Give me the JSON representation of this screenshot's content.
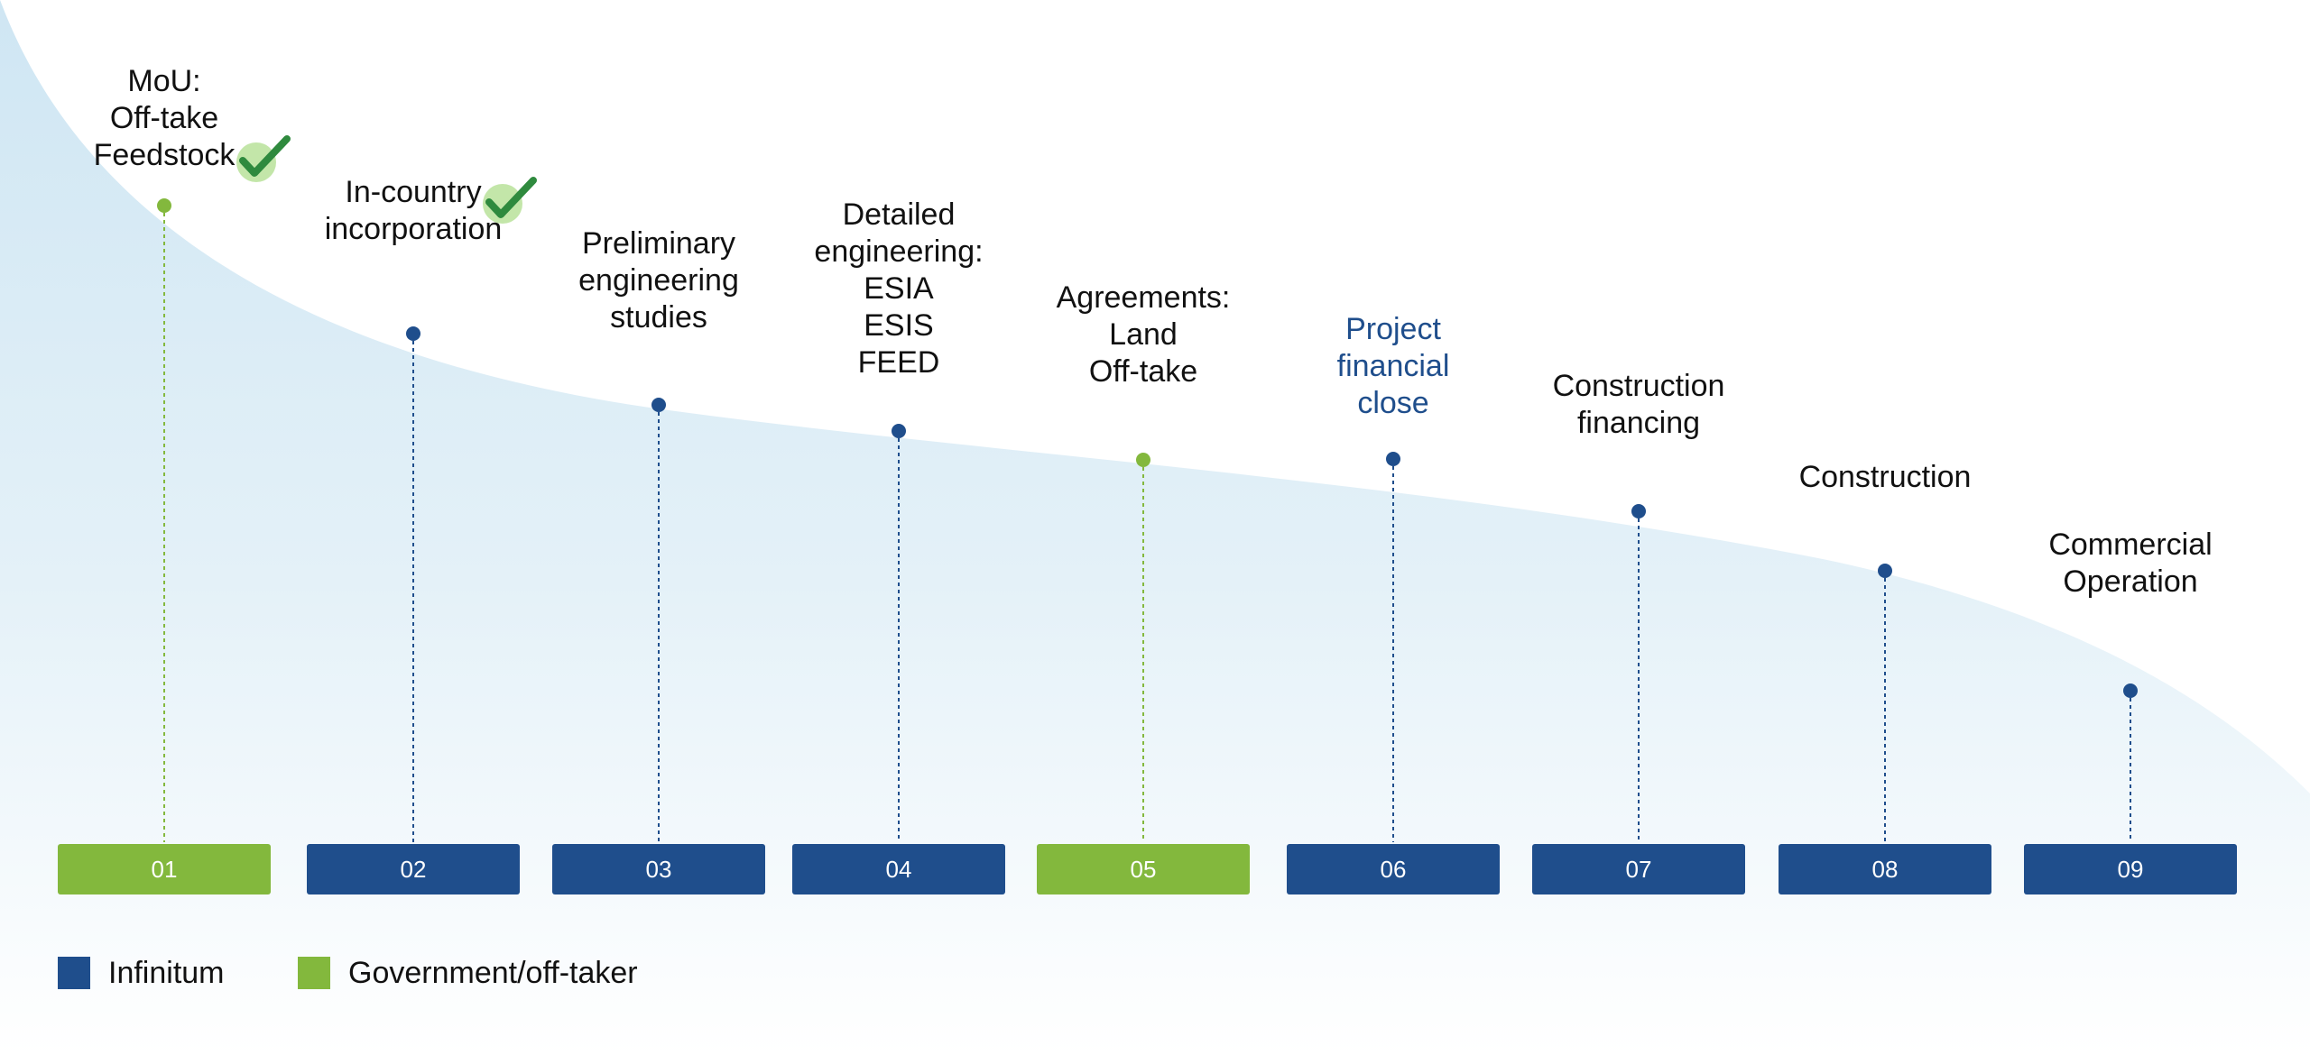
{
  "palette": {
    "infinitum": "#1f4e8c",
    "government": "#83b83d",
    "highlight_text": "#1f4e8c",
    "curve_fill_top": "#cfe6f3",
    "curve_fill_bottom": "#ffffff"
  },
  "steps": [
    {
      "number": "01",
      "owner": "government",
      "lines": [
        "MoU:",
        "Off-take",
        "Feedstock"
      ],
      "checked": true
    },
    {
      "number": "02",
      "owner": "infinitum",
      "lines": [
        "In-country",
        "incorporation"
      ],
      "checked": true
    },
    {
      "number": "03",
      "owner": "infinitum",
      "lines": [
        "Preliminary",
        "engineering",
        "studies"
      ],
      "checked": false
    },
    {
      "number": "04",
      "owner": "infinitum",
      "lines": [
        "Detailed",
        "engineering:",
        "ESIA",
        "ESIS",
        "FEED"
      ],
      "checked": false
    },
    {
      "number": "05",
      "owner": "government",
      "lines": [
        "Agreements:",
        "Land",
        "Off-take"
      ],
      "checked": false
    },
    {
      "number": "06",
      "owner": "infinitum",
      "lines": [
        "Project",
        "financial",
        "close"
      ],
      "checked": false,
      "highlight": true
    },
    {
      "number": "07",
      "owner": "infinitum",
      "lines": [
        "Construction",
        "financing"
      ],
      "checked": false
    },
    {
      "number": "08",
      "owner": "infinitum",
      "lines": [
        "Construction"
      ],
      "checked": false
    },
    {
      "number": "09",
      "owner": "infinitum",
      "lines": [
        "Commercial",
        "Operation"
      ],
      "checked": false
    }
  ],
  "legend": [
    {
      "key": "infinitum",
      "label": "Infinitum"
    },
    {
      "key": "government",
      "label": "Government/off-taker"
    }
  ],
  "icons": {
    "completed": "check-icon"
  }
}
